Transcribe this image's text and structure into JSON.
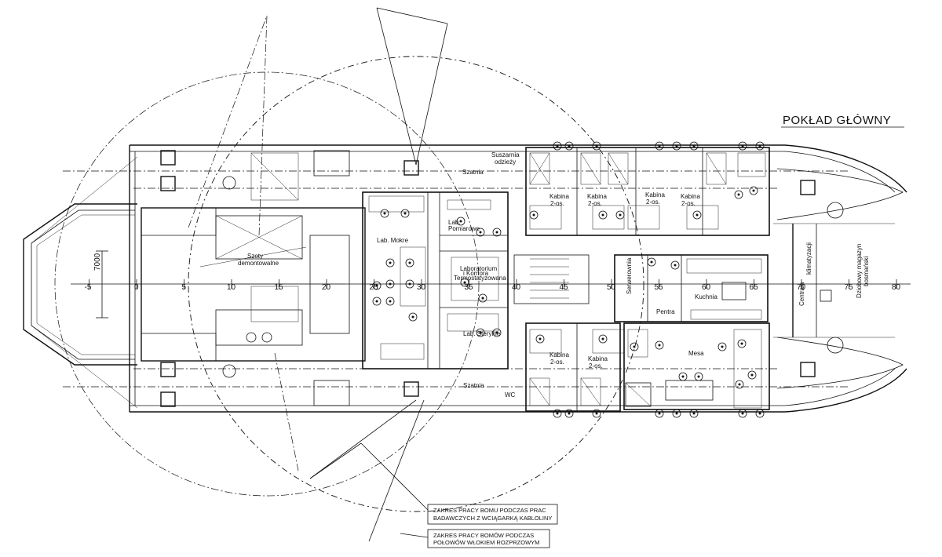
{
  "title": "POKŁAD GŁÓWNY",
  "dimension": "7000",
  "frame_ticks": [
    "-5",
    "0",
    "5",
    "10",
    "15",
    "20",
    "25",
    "30",
    "35",
    "40",
    "45",
    "50",
    "55",
    "60",
    "65",
    "70",
    "75",
    "80"
  ],
  "rooms": {
    "szoty": "Szoty",
    "demontowalne": "demontowalne",
    "lab_mokre": "Lab. Mokre",
    "lab_pomiarowe_1": "Lab.",
    "lab_pomiarowe_2": "Pomiarowe",
    "lab_termo_1": "Laboratorium",
    "lab_termo_2": "i Komora",
    "lab_termo_3": "Termostatyzowana",
    "lab_sterylne": "Lab. Sterylne",
    "suszarnia_1": "Suszarnia",
    "suszarnia_2": "odzieży",
    "szatnia_top": "Szatnia",
    "szatnia_bottom": "Szatnia",
    "wc": "WC",
    "kabina_2os_top": [
      "Kabina",
      "2-os.",
      "Kabina",
      "2-os.",
      "Kabina",
      "2-os.",
      "Kabina",
      "2-os."
    ],
    "kabina_2os_bottom": [
      "Kabina",
      "2-os.",
      "Kabina",
      "2-os."
    ],
    "serwerownia": "Serwerownia",
    "kuchnia": "Kuchnia",
    "pentra": "Pentra",
    "mesa": "Mesa",
    "centrala_1": "Centrala",
    "centrala_2": "klimatyzacji",
    "dziobowy_1": "Dziobowy magazyn",
    "dziobowy_2": "bosmański"
  },
  "notes": {
    "bom_1": "ZAKRES PRACY BOMU PODCZAS PRAC",
    "bom_2": "BADAWCZYCH Z WCIĄGARKĄ KABLOLINY",
    "boms_1": "ZAKRES PRACY BOMÓW PODCZAS",
    "boms_2": "POŁOWÓW WŁOKIEM ROZPRZOWYM"
  }
}
